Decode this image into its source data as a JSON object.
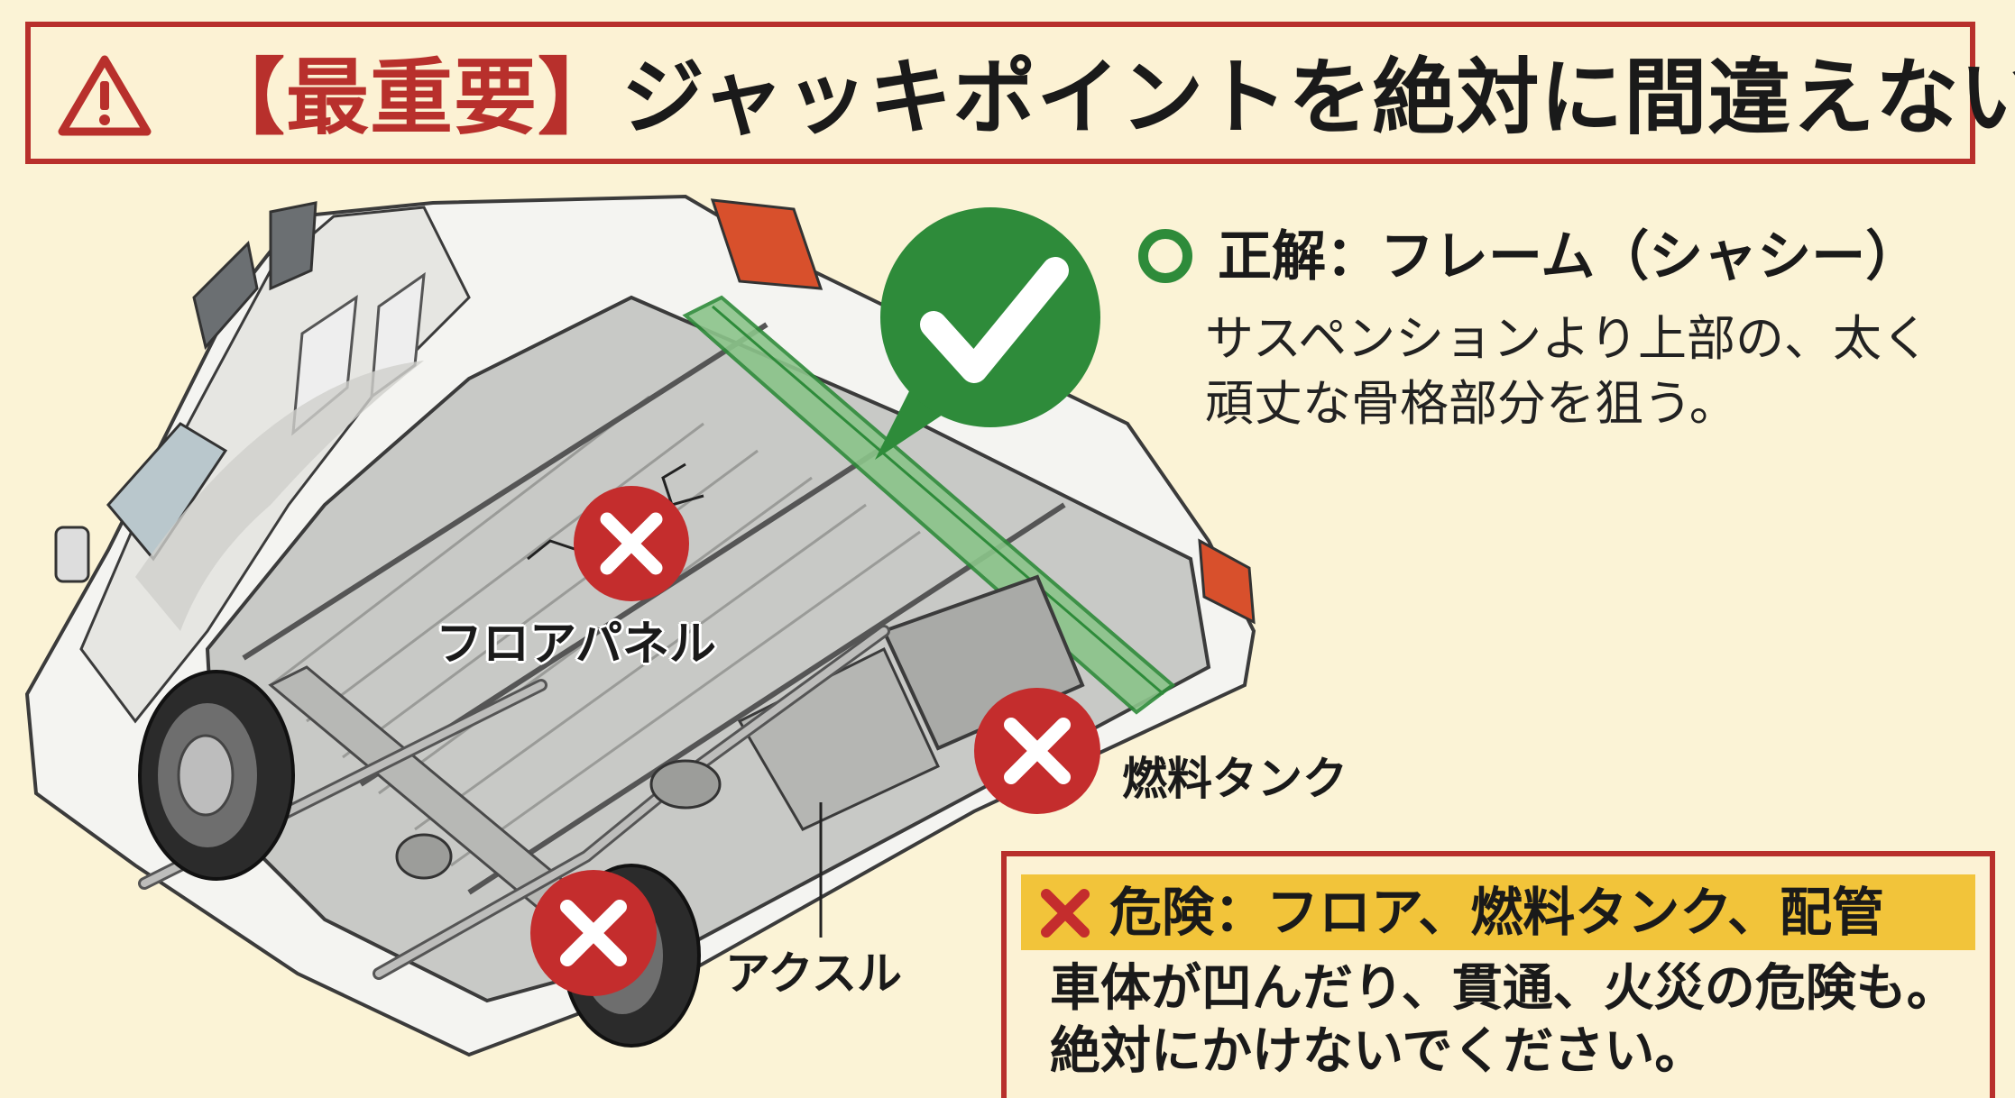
{
  "header": {
    "title_accent": "【最重要】",
    "title_main": "ジャッキポイントを絶対に間違えない"
  },
  "labels": {
    "floor_panel": "フロアパネル",
    "fuel_tank": "燃料タンク",
    "axle": "アクスル"
  },
  "correct": {
    "title": "正解：フレーム（シャシー）",
    "description": "サスペンションより上部の、太く頑丈な骨格部分を狙う。"
  },
  "danger": {
    "title": "危険：フロア、燃料タンク、配管",
    "description": "車体が凹んだり、貫通、火災の危険も。絶対にかけないでください。"
  },
  "colors": {
    "accent_red": "#b8302c",
    "correct_green": "#2e8b3a",
    "warning_yellow": "#f2c43a",
    "background": "#fbf3d6"
  },
  "icons": {
    "warning": "warning-triangle-icon",
    "check": "checkmark-icon",
    "cross": "cross-icon",
    "correct_circle": "circle-icon"
  }
}
